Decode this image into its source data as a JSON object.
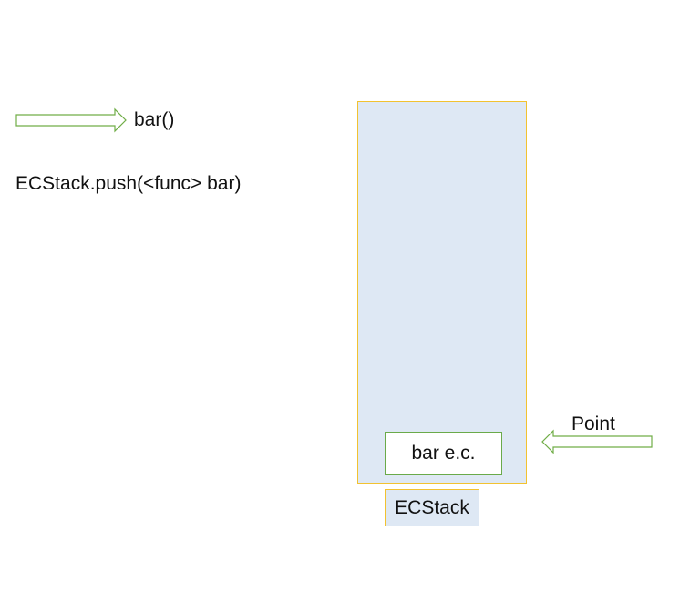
{
  "left_panel": {
    "call_label": "bar()",
    "push_label": "ECStack.push(<func> bar)"
  },
  "stack": {
    "frame_label": "bar e.c.",
    "caption": "ECStack"
  },
  "pointer": {
    "label": "Point"
  },
  "colors": {
    "arrow_outline": "#70ad47",
    "stack_fill": "#dee8f4",
    "stack_border": "#f2c230",
    "frame_border": "#6aaa4a"
  },
  "icons": {
    "call_arrow": "arrow-right-outline-icon",
    "pointer_arrow": "arrow-left-outline-icon"
  }
}
